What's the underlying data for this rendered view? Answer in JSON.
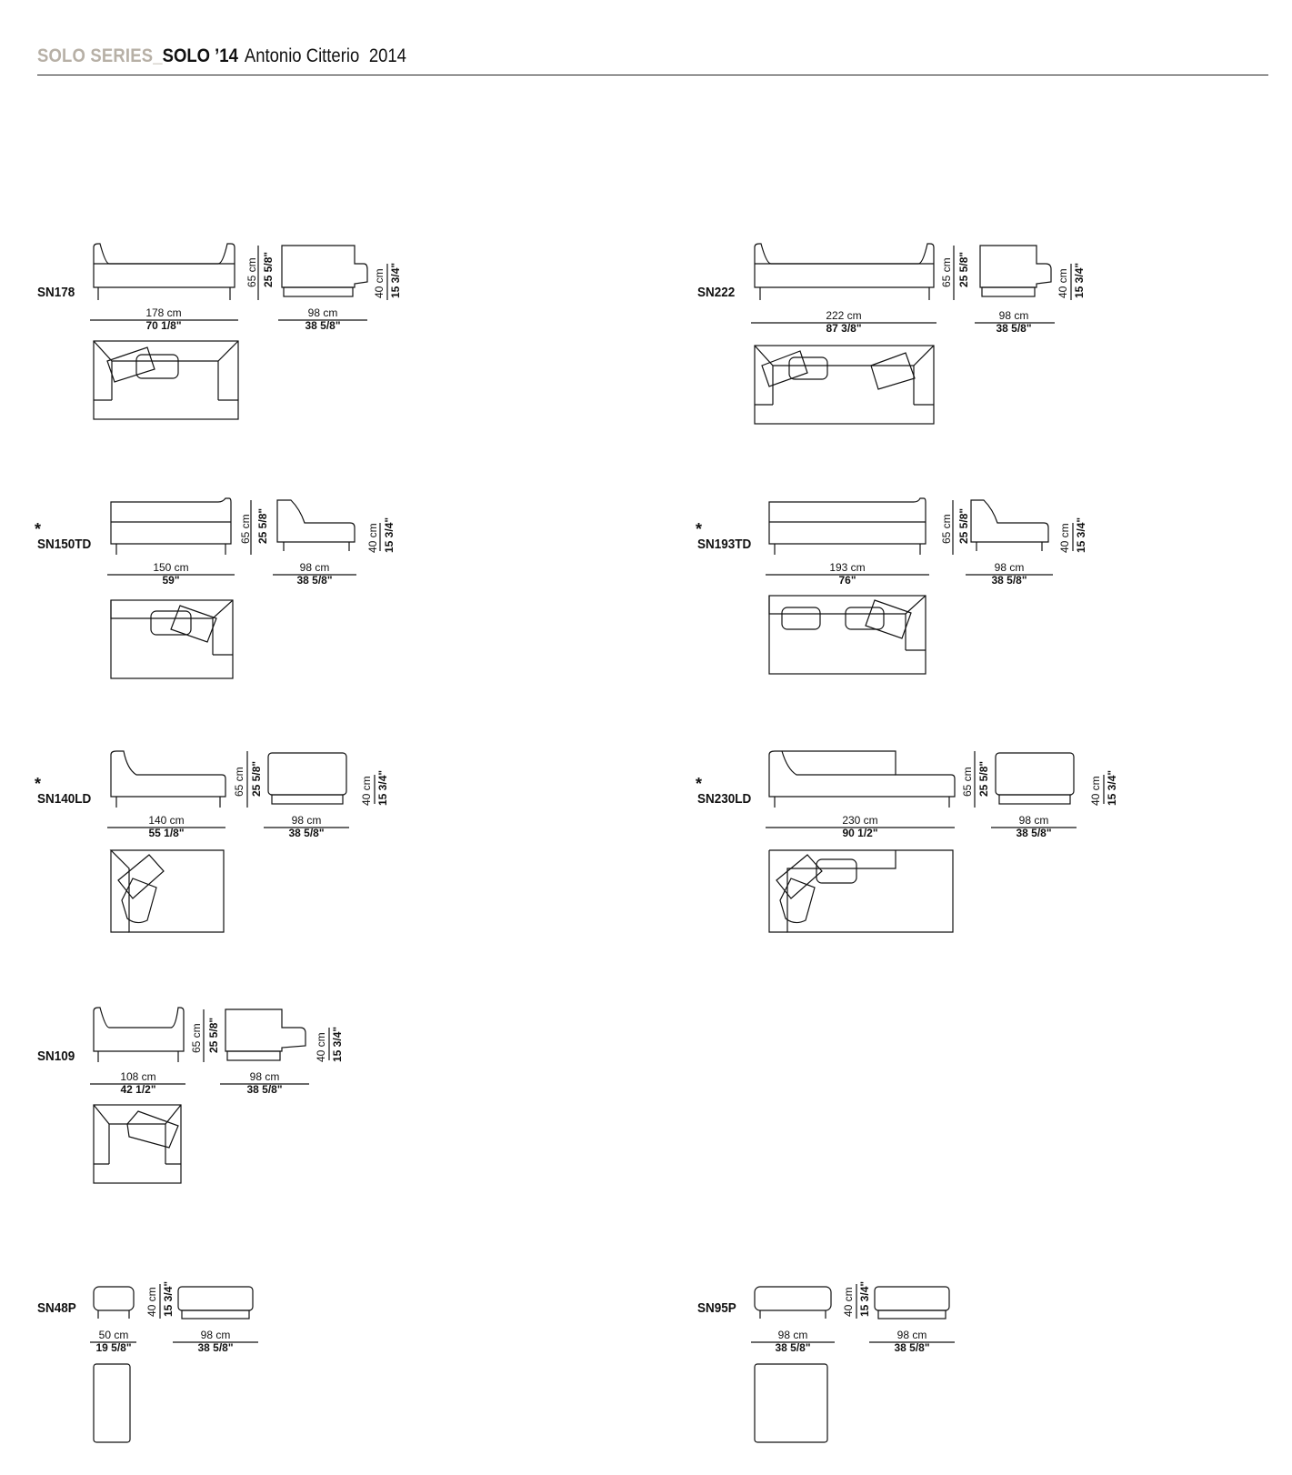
{
  "header": {
    "series": "SOLO SERIES_",
    "model": "SOLO ’14",
    "designer": "Antonio Citterio",
    "year": "2014"
  },
  "products": [
    {
      "code": "SN178",
      "star": "",
      "width_cm": "178 cm",
      "width_in": "70 1/8\"",
      "height_cm": "65 cm",
      "height_in": "25 5/8\"",
      "depth_cm": "98 cm",
      "depth_in": "38 5/8\"",
      "seat_cm": "40 cm",
      "seat_in": "15 3/4\""
    },
    {
      "code": "SN222",
      "star": "",
      "width_cm": "222 cm",
      "width_in": "87 3/8\"",
      "height_cm": "65 cm",
      "height_in": "25 5/8\"",
      "depth_cm": "98 cm",
      "depth_in": "38 5/8\"",
      "seat_cm": "40 cm",
      "seat_in": "15 3/4\""
    },
    {
      "code": "SN150TD",
      "star": "*",
      "width_cm": "150 cm",
      "width_in": "59\"",
      "height_cm": "65 cm",
      "height_in": "25 5/8\"",
      "depth_cm": "98 cm",
      "depth_in": "38 5/8\"",
      "seat_cm": "40 cm",
      "seat_in": "15 3/4\""
    },
    {
      "code": "SN193TD",
      "star": "*",
      "width_cm": "193 cm",
      "width_in": "76\"",
      "height_cm": "65 cm",
      "height_in": "25 5/8\"",
      "depth_cm": "98 cm",
      "depth_in": "38 5/8\"",
      "seat_cm": "40 cm",
      "seat_in": "15 3/4\""
    },
    {
      "code": "SN140LD",
      "star": "*",
      "width_cm": "140 cm",
      "width_in": "55 1/8\"",
      "height_cm": "65 cm",
      "height_in": "25 5/8\"",
      "depth_cm": "98 cm",
      "depth_in": "38 5/8\"",
      "seat_cm": "40 cm",
      "seat_in": "15 3/4\""
    },
    {
      "code": "SN230LD",
      "star": "*",
      "width_cm": "230 cm",
      "width_in": "90 1/2\"",
      "height_cm": "65 cm",
      "height_in": "25 5/8\"",
      "depth_cm": "98 cm",
      "depth_in": "38 5/8\"",
      "seat_cm": "40 cm",
      "seat_in": "15 3/4\""
    },
    {
      "code": "SN109",
      "star": "",
      "width_cm": "108 cm",
      "width_in": "42 1/2\"",
      "height_cm": "65 cm",
      "height_in": "25 5/8\"",
      "depth_cm": "98 cm",
      "depth_in": "38 5/8\"",
      "seat_cm": "40 cm",
      "seat_in": "15 3/4\""
    },
    {
      "code": "SN48P",
      "star": "",
      "width_cm": "50 cm",
      "width_in": "19 5/8\"",
      "height_cm": "",
      "height_in": "",
      "depth_cm": "98 cm",
      "depth_in": "38 5/8\"",
      "seat_cm": "40 cm",
      "seat_in": "15 3/4\""
    },
    {
      "code": "SN95P",
      "star": "",
      "width_cm": "98 cm",
      "width_in": "38 5/8\"",
      "height_cm": "",
      "height_in": "",
      "depth_cm": "98 cm",
      "depth_in": "38 5/8\"",
      "seat_cm": "40 cm",
      "seat_in": "15 3/4\""
    }
  ]
}
